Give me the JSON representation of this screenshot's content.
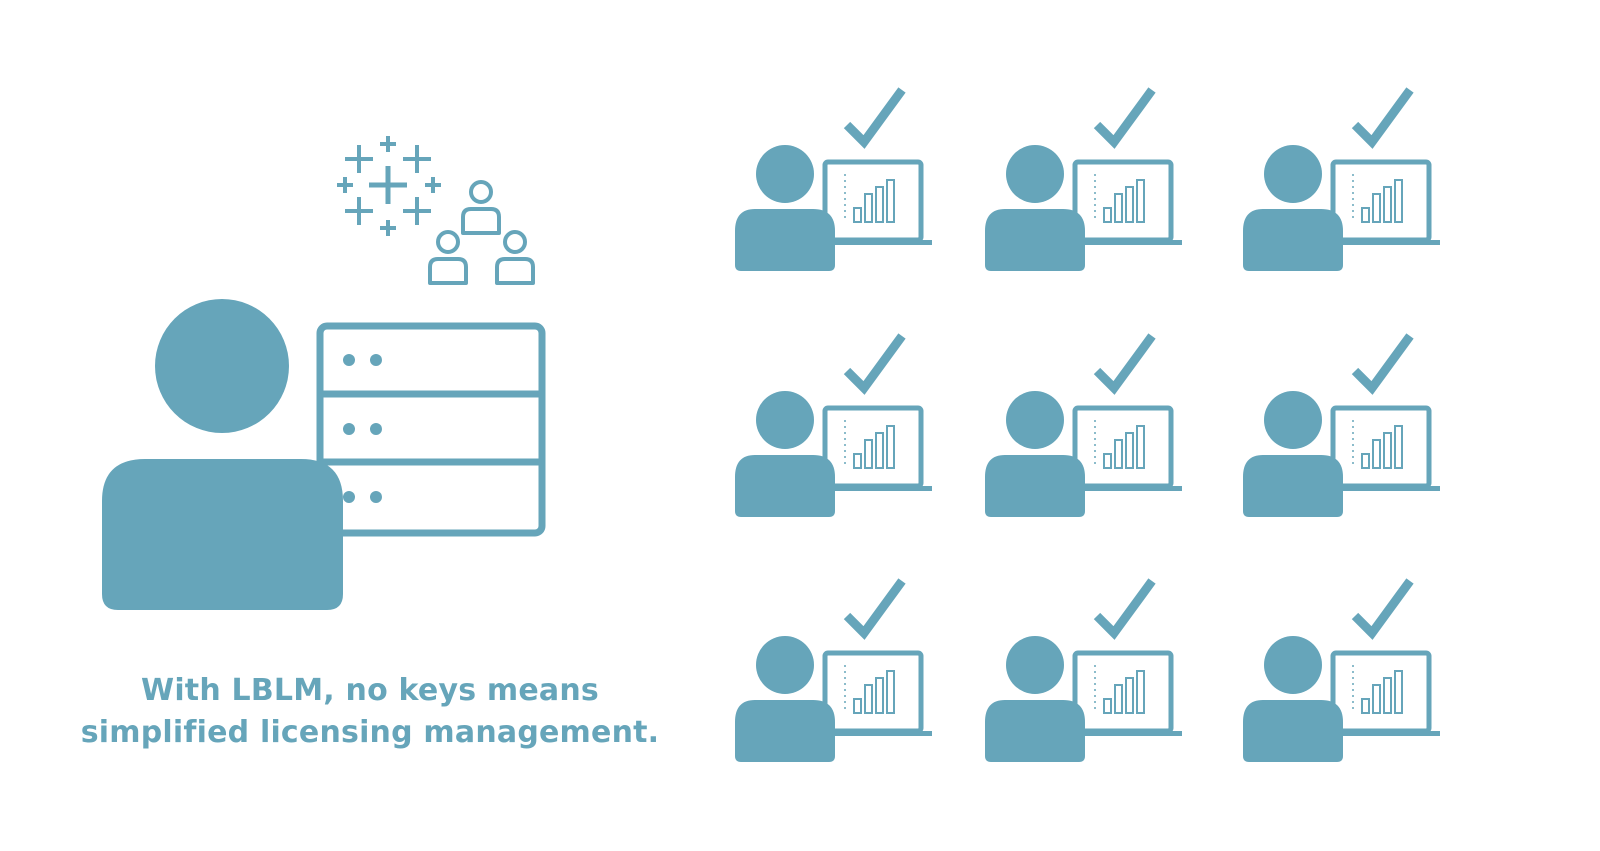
{
  "caption": {
    "line1": "With LBLM, no keys means",
    "line2": "simplified licensing management."
  },
  "colors": {
    "accent": "#66a5ba",
    "background": "#ffffff"
  },
  "icons": {
    "admin": "admin-person-icon",
    "server": "server-icon",
    "brand": "tableau-logo-icon",
    "user_group": "user-group-icon",
    "user_laptop": "user-laptop-icon",
    "checkmark": "checkmark-icon",
    "chart": "bar-chart-icon"
  },
  "grid": {
    "rows": 3,
    "cols": 3,
    "items": [
      {
        "status": "checked"
      },
      {
        "status": "checked"
      },
      {
        "status": "checked"
      },
      {
        "status": "checked"
      },
      {
        "status": "checked"
      },
      {
        "status": "checked"
      },
      {
        "status": "checked"
      },
      {
        "status": "checked"
      },
      {
        "status": "checked"
      }
    ]
  }
}
